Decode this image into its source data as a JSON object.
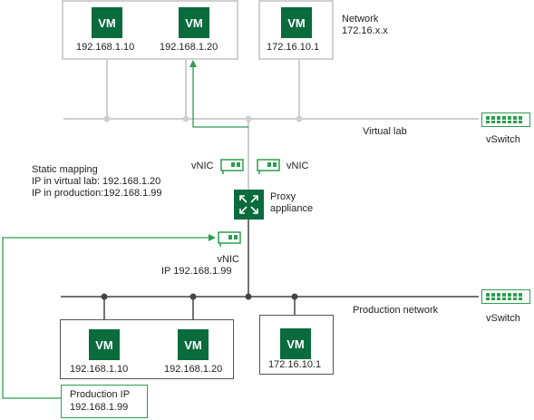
{
  "top_group_1": {
    "vm_a": {
      "badge": "VM",
      "ip": "192.168.1.10"
    },
    "vm_b": {
      "badge": "VM",
      "ip": "192.168.1.20"
    }
  },
  "top_group_2": {
    "vm": {
      "badge": "VM",
      "ip": "172.16.10.1"
    }
  },
  "network_label": {
    "line1": "Network",
    "line2": "172.16.x.x"
  },
  "virtual_lab_label": "Virtual lab",
  "vswitch_top_label": "vSwitch",
  "vnic_left_label": "vNIC",
  "vnic_right_label": "vNIC",
  "proxy_label": {
    "line1": "Proxy",
    "line2": "appliance"
  },
  "static_mapping": {
    "line1": "Static mapping",
    "line2": "IP in virtual lab: 192.168.1.20",
    "line3": "IP in production:192.168.1.99"
  },
  "vnic_proxy": {
    "line1": "vNIC",
    "line2": "IP 192.168.1.99"
  },
  "production_network_label": "Production network",
  "vswitch_bottom_label": "vSwitch",
  "bottom_group_1": {
    "vm_a": {
      "badge": "VM",
      "ip": "192.168.1.10"
    },
    "vm_b": {
      "badge": "VM",
      "ip": "192.168.1.20"
    }
  },
  "bottom_group_2": {
    "vm": {
      "badge": "VM",
      "ip": "172.16.10.1"
    }
  },
  "production_ip": {
    "line1": "Production IP",
    "line2": "192.168.1.99"
  },
  "colors": {
    "vm_green": "#0a6b3d",
    "accent_green": "#2e9e4f",
    "light_line": "#cfcfcf",
    "dark_line": "#444444"
  }
}
